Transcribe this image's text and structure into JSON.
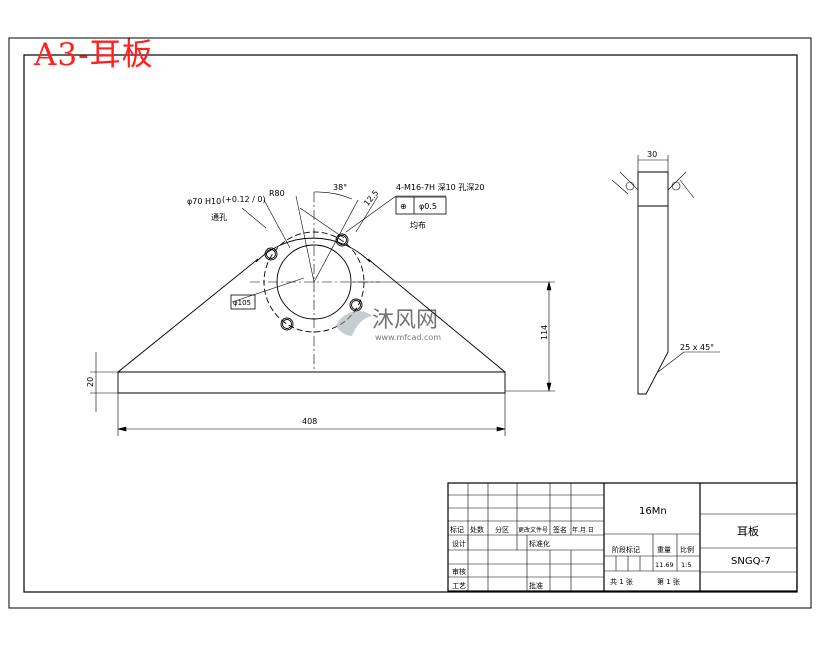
{
  "title": "A3-耳板",
  "front_view": {
    "bore_label": "φ70 H10",
    "bore_tolerance": "(+0.12 / 0)",
    "bore_note": "通孔",
    "radius_label": "R80",
    "angle_label": "38°",
    "arc_label": "12.5",
    "hole_spec": "4-M16-7H  深10 孔深20",
    "position_symbol": "⊕",
    "position_tol": "φ0.5",
    "pattern_note": "均布",
    "circle_dim": "φ105",
    "height_dim": "114",
    "thickness_dim": "20",
    "width_dim": "408"
  },
  "side_view": {
    "thickness_dim": "30",
    "chamfer_dim": "25 x 45°"
  },
  "watermark": {
    "text": "沐风网",
    "url": "www.mfcad.com"
  },
  "title_block": {
    "material": "16Mn",
    "part_name": "耳板",
    "drawing_no": "SNGQ-7",
    "hdr_mark": "标记",
    "hdr_count": "处数",
    "hdr_zone": "分区",
    "hdr_docno": "更改文件号",
    "hdr_sign": "签名",
    "hdr_date": "年.月.日",
    "design": "设计",
    "standardize": "标准化",
    "review": "审核",
    "process": "工艺",
    "approve": "批准",
    "stage_mark": "阶段标记",
    "weight_label": "重量",
    "scale_label": "比例",
    "weight": "11.69",
    "scale": "1:5",
    "total_sheets": "共 1 张",
    "sheet_no": "第 1 张"
  }
}
